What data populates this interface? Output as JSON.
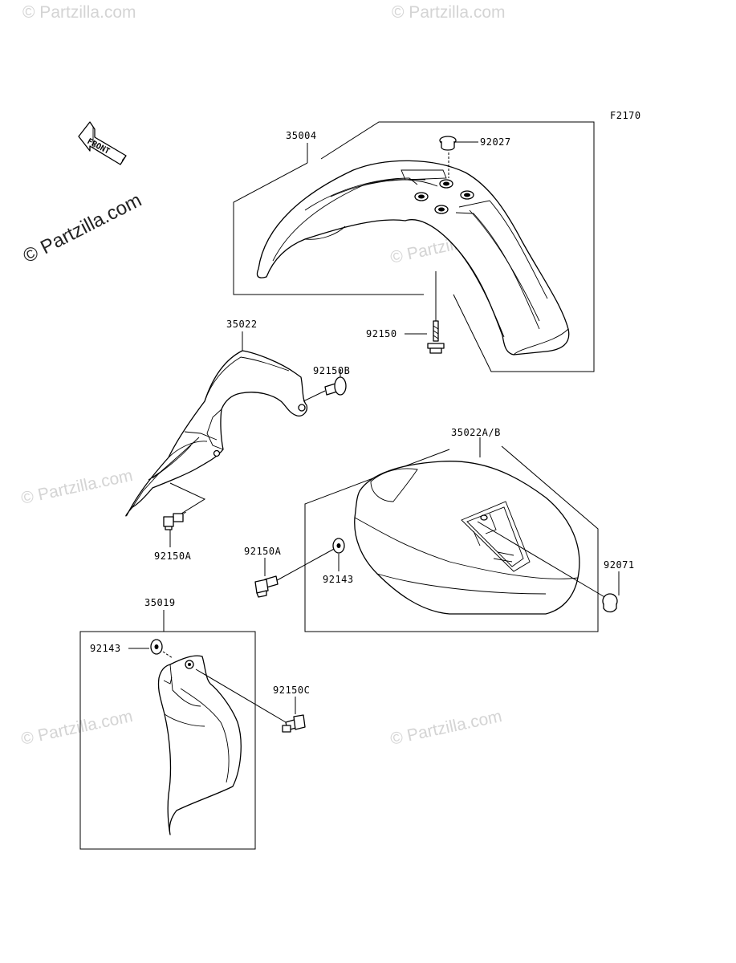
{
  "diagram_code": "F2170",
  "watermark": "© Partzilla.com",
  "front_label": "FRONT",
  "callouts": {
    "p35004": "35004",
    "p92027": "92027",
    "p92150": "92150",
    "p35022": "35022",
    "p92150B": "92150B",
    "p92150A_left": "92150A",
    "p35022AB": "35022A/B",
    "p92150A_mid": "92150A",
    "p92143_mid": "92143",
    "p92071": "92071",
    "p35019": "35019",
    "p92143_low": "92143",
    "p92150C": "92150C"
  }
}
